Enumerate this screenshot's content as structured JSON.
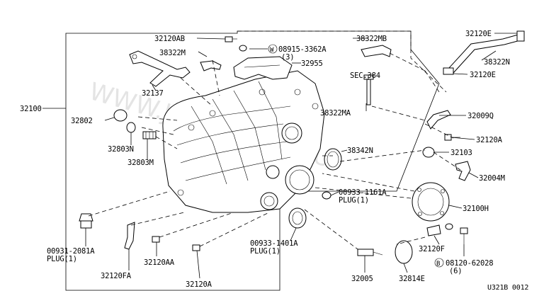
{
  "diagram": {
    "code": "U321B 0012",
    "callouts": {
      "p32120AB": "32120AB",
      "p38322MB": "38322MB",
      "p32120E_top": "32120E",
      "w08915_line1": "08915-3362A",
      "w08915_line2": "(3)",
      "p38322M": "38322M",
      "p38322N": "38322N",
      "p32955": "32955",
      "sec384": "SEC.384",
      "p32120E_mid": "32120E",
      "p32137": "32137",
      "p32100": "32100",
      "p38322MA": "38322MA",
      "p32009Q": "32009Q",
      "p32802": "32802",
      "p32120A_right": "32120A",
      "p32803N": "32803N",
      "p38342N": "38342N",
      "p32103": "32103",
      "p32803M": "32803M",
      "p32004M": "32004M",
      "p00933_1161A_line1": "00933-1161A",
      "p00933_1161A_line2": "PLUG(1)",
      "p32100H": "32100H",
      "p00931_2081A_line1": "00931-2081A",
      "p00931_2081A_line2": "PLUG(1)",
      "p00933_1401A_line1": "00933-1401A",
      "p00933_1401A_line2": "PLUG(1)",
      "p32120F": "32120F",
      "b08120_line1": "08120-62028",
      "b08120_line2": "(6)",
      "p32120AA": "32120AA",
      "p32120FA": "32120FA",
      "p32005": "32005",
      "p32814E": "32814E",
      "p32120A_bottom": "32120A"
    },
    "circled_letters": {
      "w": "W",
      "b": "B"
    },
    "watermark": "WWW.JAPANCATS.RU"
  }
}
